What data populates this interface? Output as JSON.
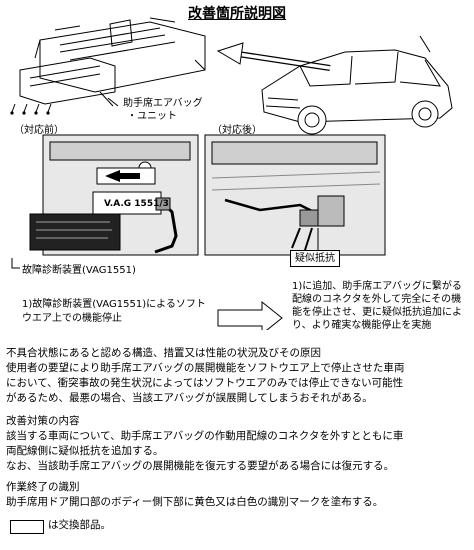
{
  "title": "改善箇所説明図",
  "labels": {
    "airbag_unit_line1": "助手席エアバッグ",
    "airbag_unit_line2": "・ユニット",
    "before": "（対応前）",
    "after": "（対応後）",
    "vag_label": "V.A.G 1551/3",
    "dummy_resistor": "疑似抵抗",
    "diagnostic_device": "故障診断装置(VAG1551)"
  },
  "steps": {
    "before_text": "1)故障診断装置(VAG1551)によるソフトウエア上での機能停止",
    "after_text": "1)に追加、助手席エアバッグに繋がる配線のコネクタを外して完全にその機能を停止させ、更に疑似抵抗追加により、より確実な機能停止を実施"
  },
  "sections": [
    {
      "heading": "不具合状態にあると認める構造、措置又は性能の状況及びその原因",
      "lines": [
        "使用者の要望により助手席エアバッグの展開機能をソフトウエア上で停止させた車両",
        "において、衝突事故の発生状況によってはソフトウエアのみでは停止できない可能性",
        "があるため、最悪の場合、当該エアバッグが誤展開してしまうおそれがある。"
      ]
    },
    {
      "heading": "改善対策の内容",
      "lines": [
        "該当する車両について、助手席エアバッグの作動用配線のコネクタを外すとともに車",
        "両配線側に疑似抵抗を追加する。",
        "なお、当該助手席エアバッグの展開機能を復元する要望がある場合には復元する。"
      ]
    },
    {
      "heading": "作業終了の識別",
      "lines": [
        "助手席用ドア開口部のボディー側下部に黄色又は白色の識別マークを塗布する。"
      ]
    }
  ],
  "legend": {
    "text": "は交換部品。"
  }
}
